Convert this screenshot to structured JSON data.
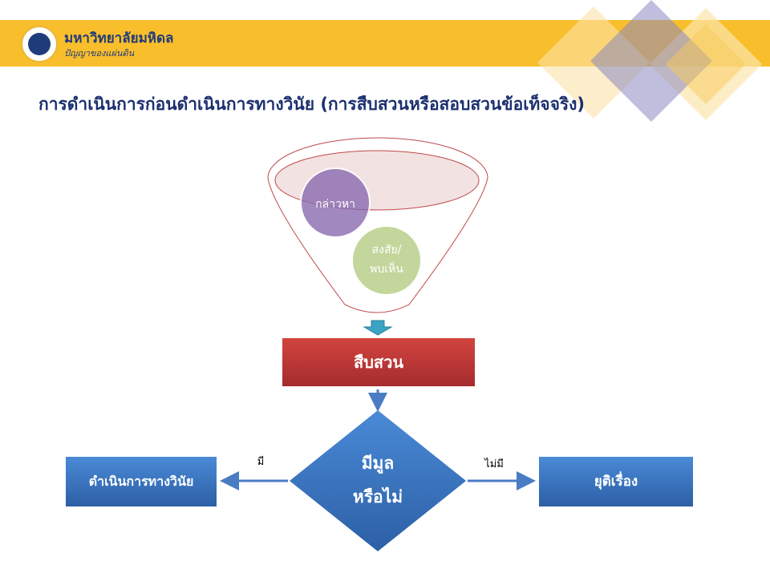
{
  "header": {
    "university_name": "มหาวิทยาลัยมหิดล",
    "tagline": "ปัญญาของแผ่นดิน"
  },
  "title": "การดำเนินการก่อนดำเนินการทางวินัย (การสืบสวนหรือสอบสวนข้อเท็จจริง)",
  "funnel": {
    "inputs": [
      "กล่าวหา",
      "สงสัย/",
      "พบเห็น"
    ]
  },
  "process": "สืบสวน",
  "decision": {
    "line1": "มีมูล",
    "line2": "หรือไม่"
  },
  "branches": {
    "yes_label": "มี",
    "yes_result": "ดำเนินการทางวินัย",
    "no_label": "ไม่มี",
    "no_result": "ยุติเรื่อง"
  },
  "colors": {
    "band": "#F9BE2C",
    "title": "#1B2F6E",
    "process": "#C0393B",
    "decision": "#3A78C4"
  }
}
